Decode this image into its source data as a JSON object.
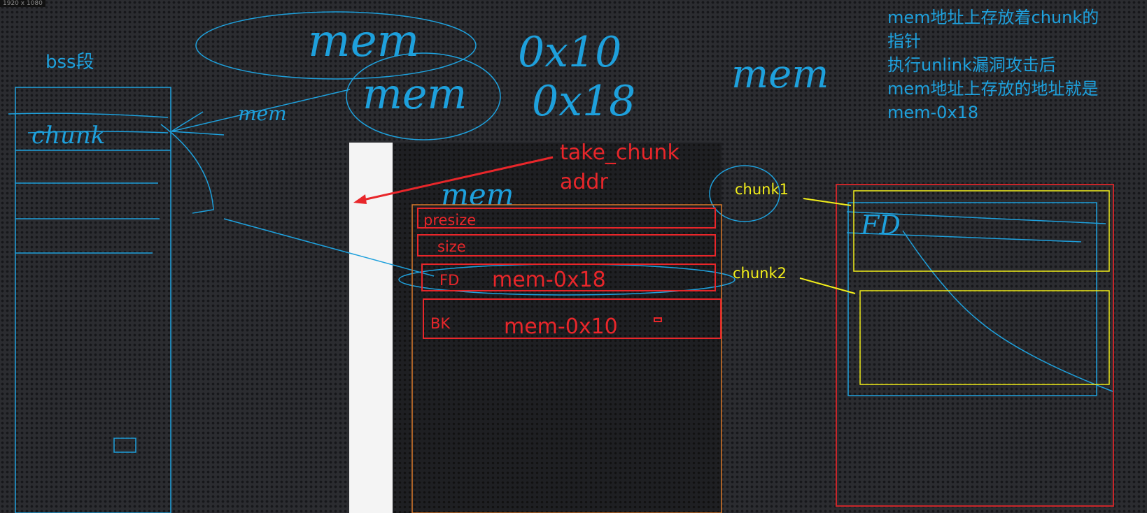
{
  "resolution_label": "1920 x 1080",
  "bss": {
    "title": "bss段",
    "slot_label": "chunk"
  },
  "note": {
    "lines": [
      "mem地址上存放着chunk的",
      "指针",
      "执行unlink漏洞攻击后",
      "mem地址上存放的地址就是",
      "mem-0x18"
    ]
  },
  "fake_chunk": {
    "label_line1": "take_chunk",
    "label_line2": "addr",
    "fields": [
      {
        "name": "presize",
        "value": ""
      },
      {
        "name": "size",
        "value": ""
      },
      {
        "name": "FD",
        "value": "mem-0x18"
      },
      {
        "name": "BK",
        "value": "mem-0x10"
      }
    ]
  },
  "chunks": {
    "chunk1": "chunk1",
    "chunk2": "chunk2",
    "fd_note": "FD"
  },
  "handwriting": {
    "mem_top": "mem",
    "mem_second": "mem",
    "offset_a": "0x10",
    "offset_b": "0x18",
    "mem_arrow": "mem",
    "mem_right": "mem",
    "mem_panel": "mem"
  },
  "colors": {
    "blue": "#1ea0dc",
    "red": "#e8262a",
    "yellow": "#f2ee1a",
    "orange": "#d9792a"
  }
}
